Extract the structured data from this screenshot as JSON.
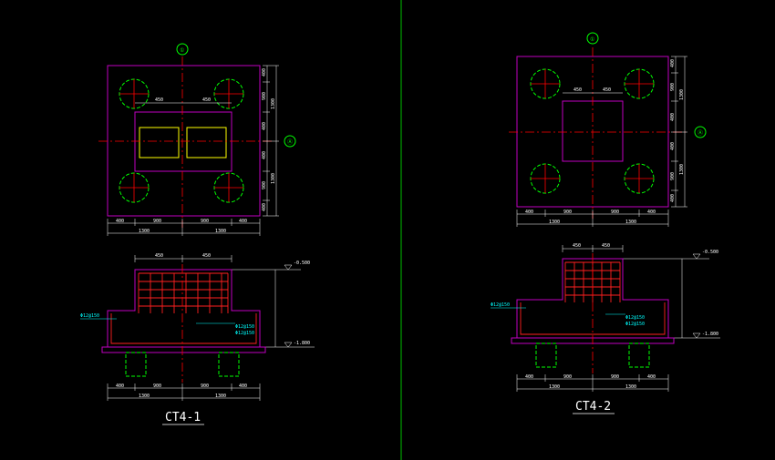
{
  "drawings": [
    {
      "id": "CT4-1",
      "title": "CT4-1",
      "plan": {
        "axis_label_top": "①",
        "axis_label_right": "Ⓐ",
        "dims_bottom_1": [
          "400",
          "900",
          "900",
          "400"
        ],
        "dims_bottom_2": [
          "1300",
          "1300"
        ],
        "dims_right_1": [
          "400",
          "900",
          "400",
          "400",
          "900",
          "400"
        ],
        "dims_right_2": [
          "1300",
          "1300"
        ],
        "dims_inner": [
          "450",
          "450"
        ]
      },
      "section": {
        "elev_top": "-0.500",
        "elev_bottom": "-1.800",
        "callout_left": "Φ12@150",
        "callout_right": [
          "Φ12@150",
          "Φ12@150"
        ],
        "dims_bottom_1": [
          "400",
          "900",
          "900",
          "400"
        ],
        "dims_bottom_2": [
          "1300",
          "1300"
        ],
        "dims_top": [
          "450",
          "450"
        ]
      }
    },
    {
      "id": "CT4-2",
      "title": "CT4-2",
      "plan": {
        "axis_label_top": "①",
        "axis_label_right": "Ⓐ",
        "dims_bottom_1": [
          "400",
          "900",
          "900",
          "400"
        ],
        "dims_bottom_2": [
          "1300",
          "1300"
        ],
        "dims_right_1": [
          "400",
          "900",
          "400",
          "400",
          "900",
          "400"
        ],
        "dims_right_2": [
          "1300",
          "1300"
        ],
        "dims_inner": [
          "450",
          "450"
        ]
      },
      "section": {
        "elev_top": "-0.500",
        "elev_bottom": "-1.800",
        "callout_left": "Φ12@150",
        "callout_right": [
          "Φ12@150",
          "Φ12@150"
        ],
        "dims_bottom_1": [
          "400",
          "900",
          "900",
          "400"
        ],
        "dims_bottom_2": [
          "1300",
          "1300"
        ],
        "dims_top": [
          "450",
          "450"
        ]
      }
    }
  ],
  "colors": {
    "background": "#000000",
    "outline": "#c000c0",
    "rebar": "#ff2020",
    "pile": "#00ff00",
    "centerline": "#ff0000",
    "opening": "#ffff00",
    "dimension": "#ffffff",
    "callout": "#00ffff",
    "divider": "#00c000"
  }
}
